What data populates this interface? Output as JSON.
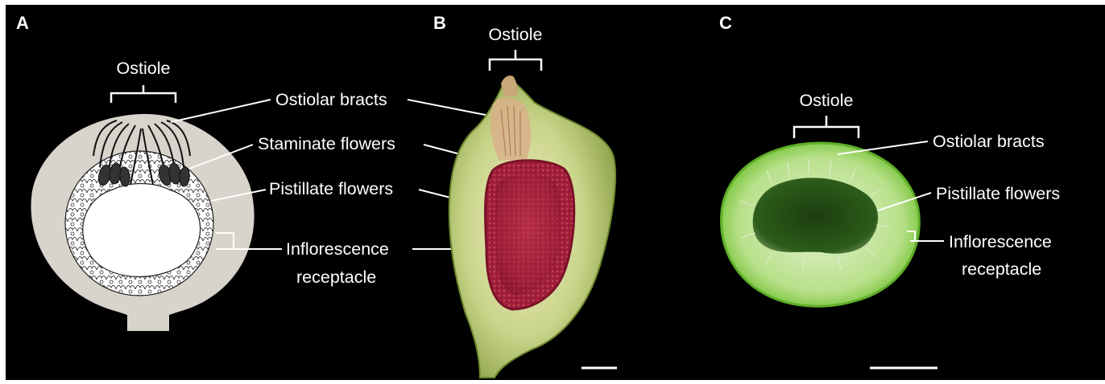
{
  "panels": {
    "a": {
      "letter": "A",
      "labels": {
        "ostiole": "Ostiole",
        "ostiolar_bracts": "Ostiolar bracts",
        "staminate_flowers": "Staminate flowers",
        "pistillate_flowers": "Pistillate flowers",
        "inflorescence_line1": "Inflorescence",
        "inflorescence_line2": "receptacle"
      }
    },
    "b": {
      "letter": "B",
      "labels": {
        "ostiole": "Ostiole"
      }
    },
    "c": {
      "letter": "C",
      "labels": {
        "ostiole": "Ostiole",
        "ostiolar_bracts": "Ostiolar bracts",
        "pistillate_flowers": "Pistillate flowers",
        "inflorescence_line1": "Inflorescence",
        "inflorescence_line2": "receptacle"
      }
    }
  },
  "colors": {
    "background": "#000000",
    "label": "#ffffff",
    "fig_wall_grey": "#d8d3cb",
    "receptacle_green": "#b8c57a",
    "pistillate_red": "#a3203a",
    "cross_section_green": "#7fd33e",
    "cavity_dark_green": "#1f4a12"
  }
}
